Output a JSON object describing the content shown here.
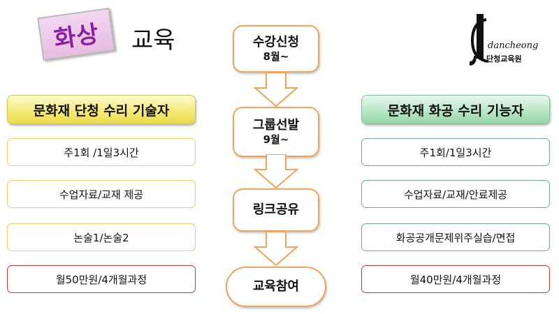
{
  "header": {
    "badge": "화상",
    "title": "교육"
  },
  "logo": {
    "brand": "dancheong",
    "org": "단청교육원"
  },
  "left": {
    "title": "문화재 단청 수리 기술자",
    "items": [
      "주1회 /1일3시간",
      "수업자료/교재 제공",
      "논술1/논술2",
      "월50만원/4개월과정"
    ]
  },
  "right": {
    "title": "문화재 화공 수리 기능자",
    "items": [
      "주1회/1일3시간",
      "수업자료/교재/안료제공",
      "화공공개문제위주실습/면접",
      "월40만원/4개월과정"
    ]
  },
  "flow": {
    "steps": [
      {
        "title": "수강신청",
        "sub": "8월~"
      },
      {
        "title": "그룹선발",
        "sub": "9월~"
      },
      {
        "title": "링크공유",
        "sub": ""
      },
      {
        "title": "교육참여",
        "sub": ""
      }
    ]
  },
  "colors": {
    "badge_text": "#8a1fa0",
    "left_header": "#f5ea7a",
    "right_header": "#b9e6c6",
    "left_border": "#e8cf66",
    "right_border": "#6fae8c",
    "price_border": "#c13b3b",
    "step_border": "#f1a45a"
  }
}
